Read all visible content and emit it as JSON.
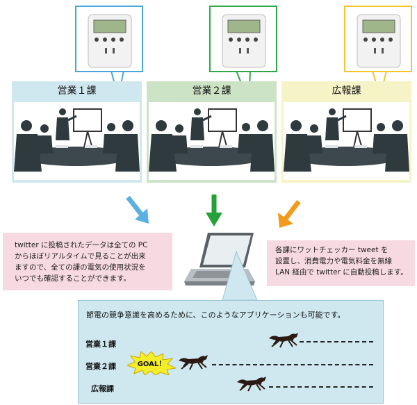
{
  "departments": [
    {
      "name": "営業１課",
      "accent": "#4aa6d6",
      "panel_color": "#cfe8ef"
    },
    {
      "name": "営業２課",
      "accent": "#2fa84a",
      "panel_color": "#cde3c5"
    },
    {
      "name": "広報課",
      "accent": "#f2c531",
      "panel_color": "#f6f3c7"
    }
  ],
  "arrows": [
    {
      "color": "#5ab0e0",
      "direction": "down-right"
    },
    {
      "color": "#24a13a",
      "direction": "down"
    },
    {
      "color": "#f29a1c",
      "direction": "down-left"
    }
  ],
  "left_note": [
    "twitter に投稿されたデータは全ての PC",
    "からほぼリアルタイムで見ることが出来",
    "ますので、全ての課の電気の使用状況を",
    "いつでも確認することができます。"
  ],
  "right_note": [
    "各課にワットチェッカー tweet を",
    "設置し、消費電力や電気料金を無線",
    "LAN 経由で twitter に自動投稿します。"
  ],
  "race": {
    "description": "節電の競争意識を高めるために、このようなアプリケーションも可能です。",
    "goal_label": "GOAL！",
    "lanes": [
      {
        "label": "営業１課"
      },
      {
        "label": "営業２課"
      },
      {
        "label": "広報課"
      }
    ]
  }
}
